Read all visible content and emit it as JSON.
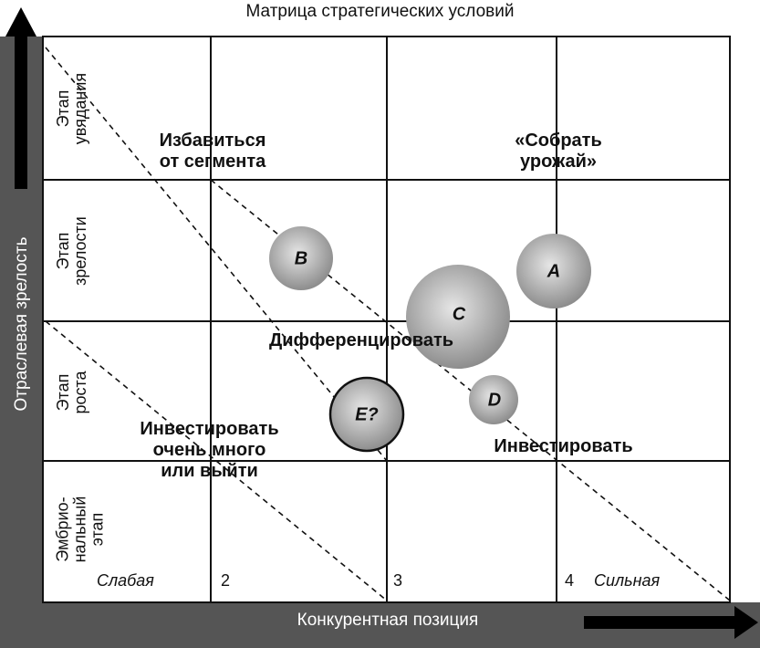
{
  "title": "Матрица стратегических условий",
  "y_axis_label": "Отраслевая зрелость",
  "x_axis_label": "Конкурентная позиция",
  "rows": [
    {
      "label_lines": [
        "Этап",
        "увядания"
      ]
    },
    {
      "label_lines": [
        "Этап",
        "зрелости"
      ]
    },
    {
      "label_lines": [
        "Этап",
        "роста"
      ]
    },
    {
      "label_lines": [
        "Эмбрио-",
        "нальный",
        "этап"
      ]
    }
  ],
  "columns": [
    {
      "label": "Слабая",
      "italic": true
    },
    {
      "label": "2",
      "italic": false
    },
    {
      "label": "3",
      "italic": false
    },
    {
      "label": "4",
      "italic": false
    },
    {
      "label": "Сильная",
      "italic": true
    }
  ],
  "strategies": [
    {
      "lines": [
        "Избавиться",
        "от сегмента"
      ]
    },
    {
      "lines": [
        "«Собрать",
        "урожай»"
      ]
    },
    {
      "lines": [
        "Дифференцировать"
      ]
    },
    {
      "lines": [
        "Инвестировать",
        "очень много",
        "или выйти"
      ]
    },
    {
      "lines": [
        "Инвестировать"
      ]
    }
  ],
  "bubbles": [
    {
      "label": "B",
      "style": "shaded"
    },
    {
      "label": "A",
      "style": "shaded"
    },
    {
      "label": "C",
      "style": "shaded"
    },
    {
      "label": "D",
      "style": "shaded"
    },
    {
      "label": "E?",
      "style": "outlined"
    }
  ],
  "colors": {
    "frame": "#555555",
    "grid": "#111111",
    "bubble_light": "#e6e6e6",
    "bubble_dark": "#8a8a8a"
  }
}
